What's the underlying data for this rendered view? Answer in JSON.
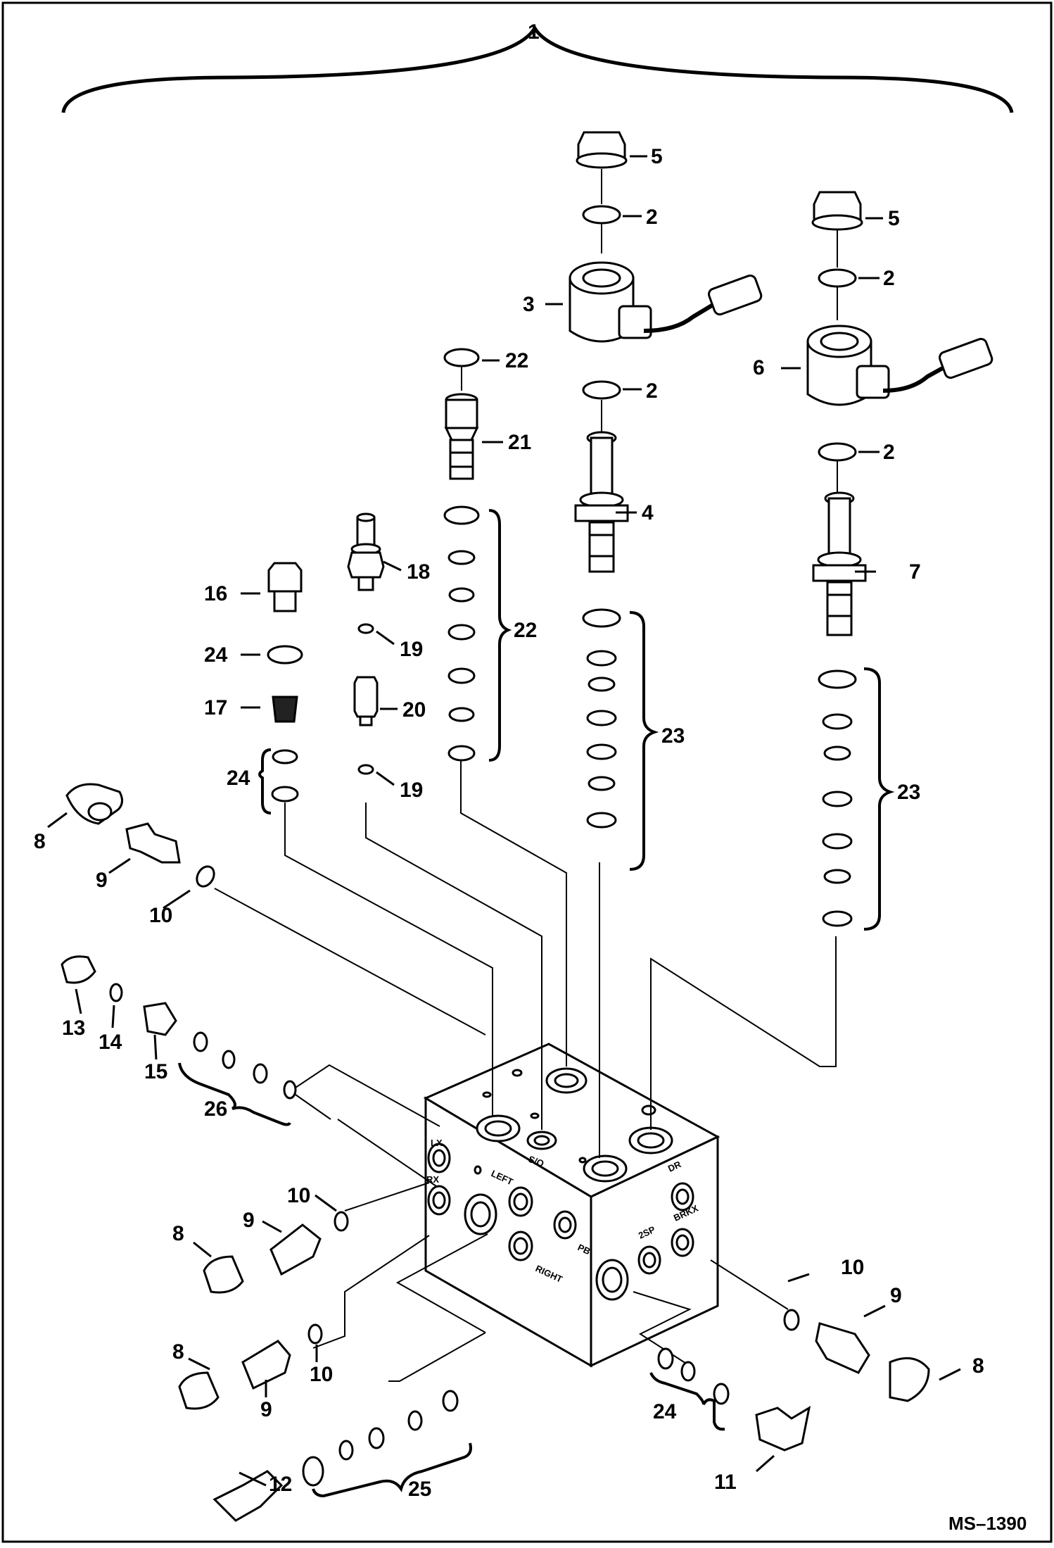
{
  "callouts": {
    "c1": "1",
    "c5a": "5",
    "c2a": "2",
    "c3": "3",
    "c2b": "2",
    "c4": "4",
    "c23a": "23",
    "c5b": "5",
    "c2c": "2",
    "c6": "6",
    "c2d": "2",
    "c7": "7",
    "c23b": "23",
    "c22a": "22",
    "c21": "21",
    "c22b": "22",
    "c18": "18",
    "c19a": "19",
    "c20": "20",
    "c19b": "19",
    "c16": "16",
    "c24a": "24",
    "c17": "17",
    "c24b": "24",
    "c8a": "8",
    "c9a": "9",
    "c10a": "10",
    "c13": "13",
    "c14": "14",
    "c15": "15",
    "c26": "26",
    "c10b": "10",
    "c9b": "9",
    "c8b": "8",
    "c8c": "8",
    "c9c": "9",
    "c10c": "10",
    "c12": "12",
    "c25": "25",
    "c10d": "10",
    "c9d": "9",
    "c8d": "8",
    "c24c": "24",
    "c11": "11"
  },
  "port_labels": {
    "lx": "LX",
    "rx": "RX",
    "left": "LEFT",
    "right": "RIGHT",
    "pb": "PB",
    "so": "S/O",
    "dr": "DR",
    "twosp": "2SP",
    "brk": "BRKX"
  },
  "drawing_code": "MS–1390",
  "colors": {
    "ink": "#000000",
    "paper": "#ffffff"
  }
}
